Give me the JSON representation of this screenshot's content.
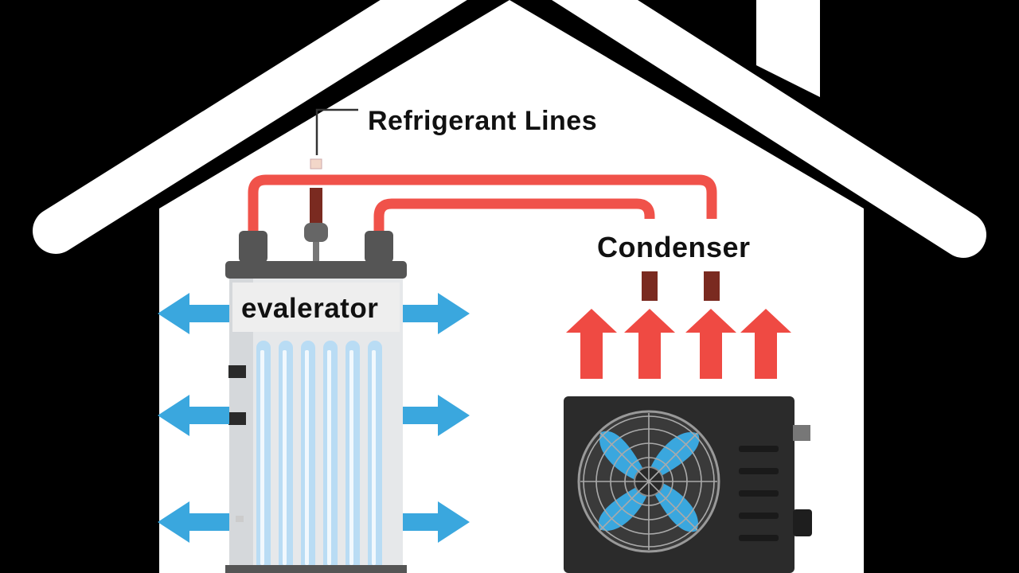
{
  "labels": {
    "refrigerant_lines": "Refrigerant Lines",
    "condenser": "Condenser",
    "evaporator": "evalerator"
  },
  "colors": {
    "background": "#000000",
    "house": "#ffffff",
    "refrigerant_line": "#f0524a",
    "hot_air_arrow": "#ef4a43",
    "cool_air_arrow": "#3aa7de",
    "evaporator_body": "#e6e8ea",
    "evaporator_fins": "#b9dcf4",
    "condenser_body": "#2b2b2b",
    "fan_blades": "#3aa7de",
    "fitting": "#555555",
    "pipe_stub": "#7a2a20"
  },
  "icons": {
    "house": "house-outline",
    "evaporator": "evaporator-coil-icon",
    "condenser": "condenser-unit-icon",
    "fan": "fan-icon"
  }
}
